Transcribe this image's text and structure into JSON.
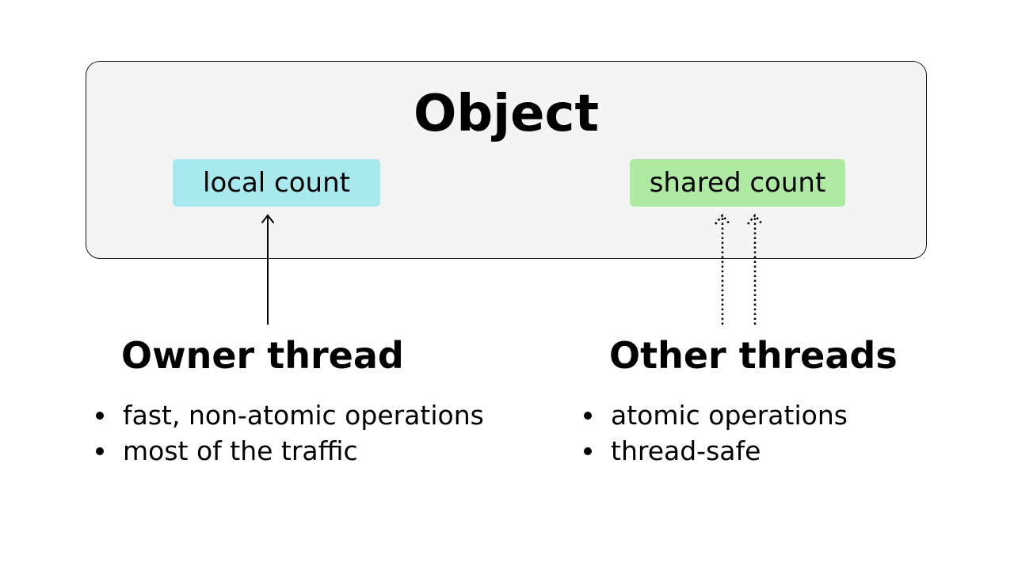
{
  "object": {
    "title": "Object"
  },
  "local_count": {
    "label": "local count",
    "color": "#a8e9ee"
  },
  "shared_count": {
    "label": "shared count",
    "color": "#aeeaa2"
  },
  "owner": {
    "heading": "Owner thread",
    "items": [
      "fast, non-atomic operations",
      "most of the traffic"
    ]
  },
  "other": {
    "heading": "Other threads",
    "items": [
      "atomic operations",
      "thread-safe"
    ]
  }
}
